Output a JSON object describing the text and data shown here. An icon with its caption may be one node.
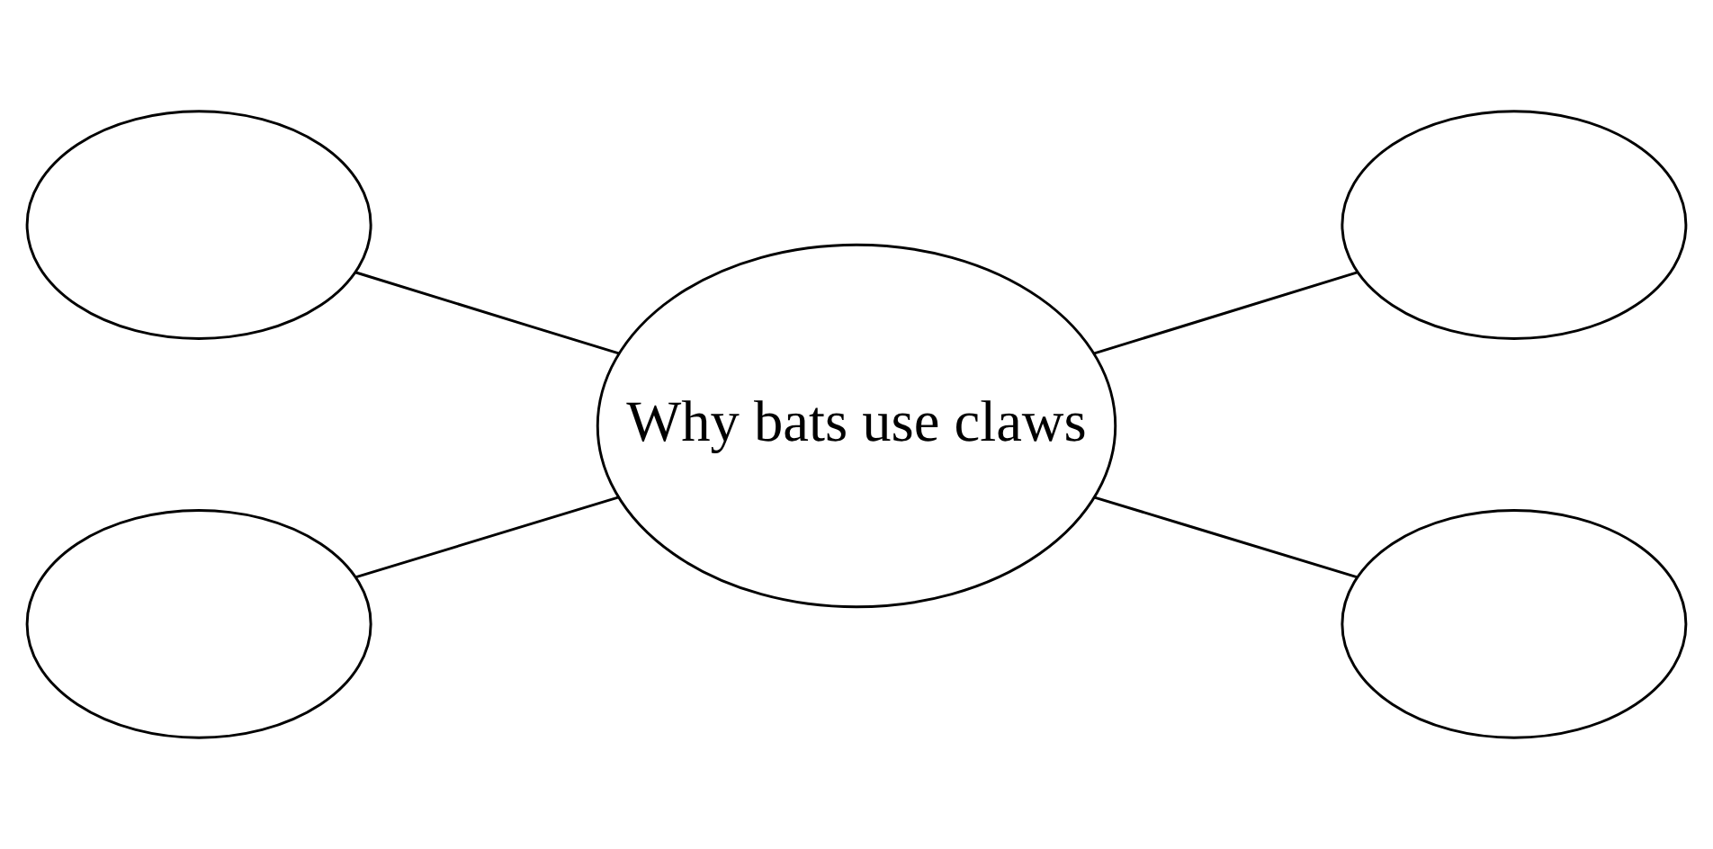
{
  "diagram": {
    "nodes": [
      {
        "text": [
          "Why bats use claws"
        ]
      },
      {
        "text": [],
        "shape": "ellipse"
      },
      {
        "text": [],
        "shape": "ellipse"
      },
      {
        "text": [],
        "shape": "ellipse"
      },
      {
        "text": [],
        "shape": "ellipse"
      }
    ],
    "edges": [
      {
        "from": 1,
        "to": 0,
        "arrow": "none"
      },
      {
        "from": 0,
        "to": 2,
        "arrow": "none"
      },
      {
        "from": 3,
        "to": 0,
        "arrow": "none"
      },
      {
        "from": 0,
        "to": 4,
        "arrow": "none"
      }
    ]
  }
}
